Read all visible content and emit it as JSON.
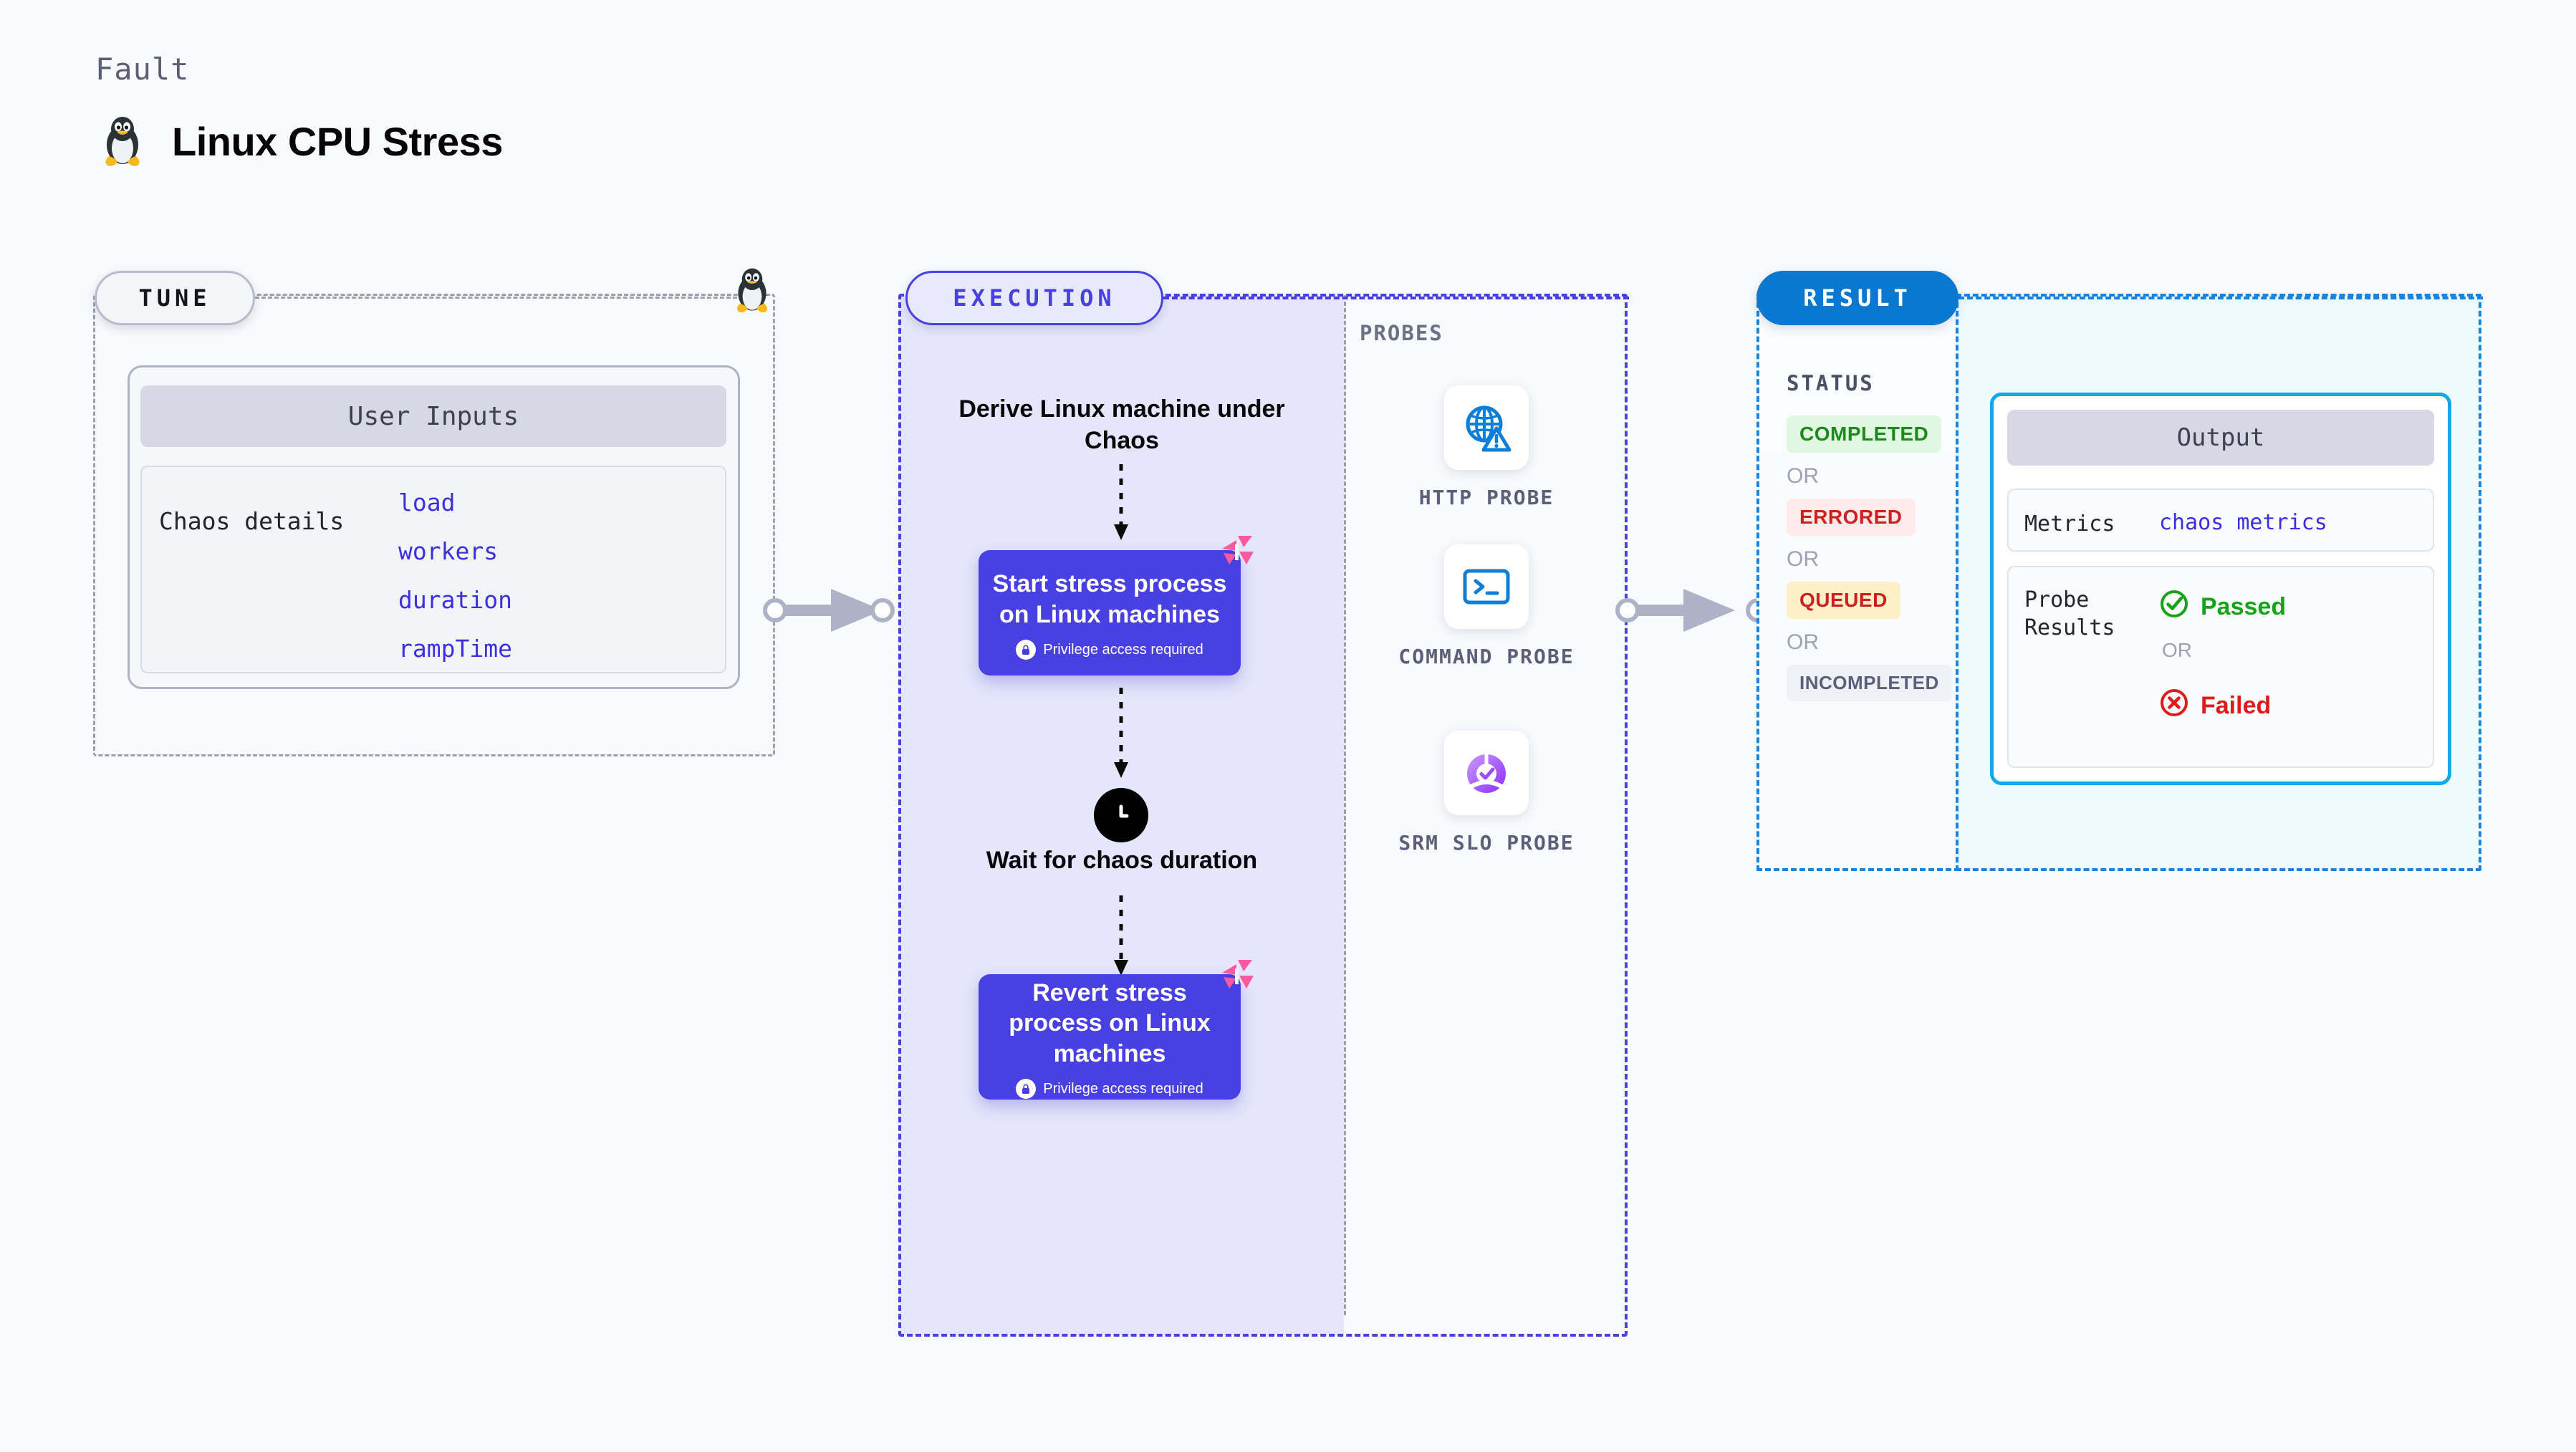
{
  "header": {
    "kicker": "Fault",
    "title": "Linux CPU Stress",
    "icon": "linux-penguin-icon"
  },
  "tune": {
    "badge": "TUNE",
    "icon": "linux-penguin-icon",
    "card": {
      "header": "User Inputs",
      "row_label": "Chaos details",
      "params": [
        "load",
        "workers",
        "duration",
        "rampTime"
      ]
    }
  },
  "execution": {
    "badge": "EXECUTION",
    "steps": {
      "derive": "Derive Linux machine under Chaos",
      "start_node": {
        "title": "Start stress process on Linux machines",
        "note": "Privilege access required",
        "note_icon": "lock-icon",
        "brand_icon": "harness-logo-icon"
      },
      "wait": "Wait for chaos duration",
      "wait_icon": "clock-icon",
      "revert_node": {
        "title": "Revert stress process on Linux machines",
        "note": "Privilege access required",
        "note_icon": "lock-icon",
        "brand_icon": "harness-logo-icon"
      }
    },
    "probes": {
      "label": "PROBES",
      "items": [
        {
          "name": "HTTP  PROBE",
          "icon": "globe-warning-icon"
        },
        {
          "name": "COMMAND PROBE",
          "icon": "terminal-icon"
        },
        {
          "name": "SRM  SLO PROBE",
          "icon": "slo-donut-check-icon"
        }
      ]
    }
  },
  "result": {
    "badge": "RESULT",
    "status": {
      "label": "STATUS",
      "or_text": "OR",
      "chips": [
        {
          "text": "COMPLETED",
          "color": "#1b8a1b",
          "bg": "#e2f7e2"
        },
        {
          "text": "ERRORED",
          "color": "#cc2121",
          "bg": "#fdeaea"
        },
        {
          "text": "QUEUED",
          "color": "#cc2121",
          "bg": "#fdefc8"
        },
        {
          "text": "INCOMPLETED",
          "color": "#5b6078",
          "bg": "#f0f1f6"
        }
      ]
    },
    "output": {
      "header": "Output",
      "metrics_label": "Metrics",
      "metrics_value": "chaos metrics",
      "probe_results_label": "Probe Results",
      "passed": "Passed",
      "passed_icon": "check-circle-icon",
      "or_text": "OR",
      "failed": "Failed",
      "failed_icon": "x-circle-icon"
    }
  },
  "colors": {
    "page_bg": "#f9fafd",
    "tune_border": "#9aa0b2",
    "execution": "#4840e0",
    "execution_fill": "#e5e6fb",
    "result": "#1a84dd",
    "result_badge": "#0878d0",
    "output_fill": "#effaff",
    "output_border": "#12a9e8",
    "mono_accent": "#3c2fe0",
    "harness_pink": "#fb5aa0",
    "passed_green": "#17a317",
    "failed_red": "#e01b1b",
    "probe_blue": "#0f7ed6",
    "probe_purple": "#9b4dff"
  }
}
